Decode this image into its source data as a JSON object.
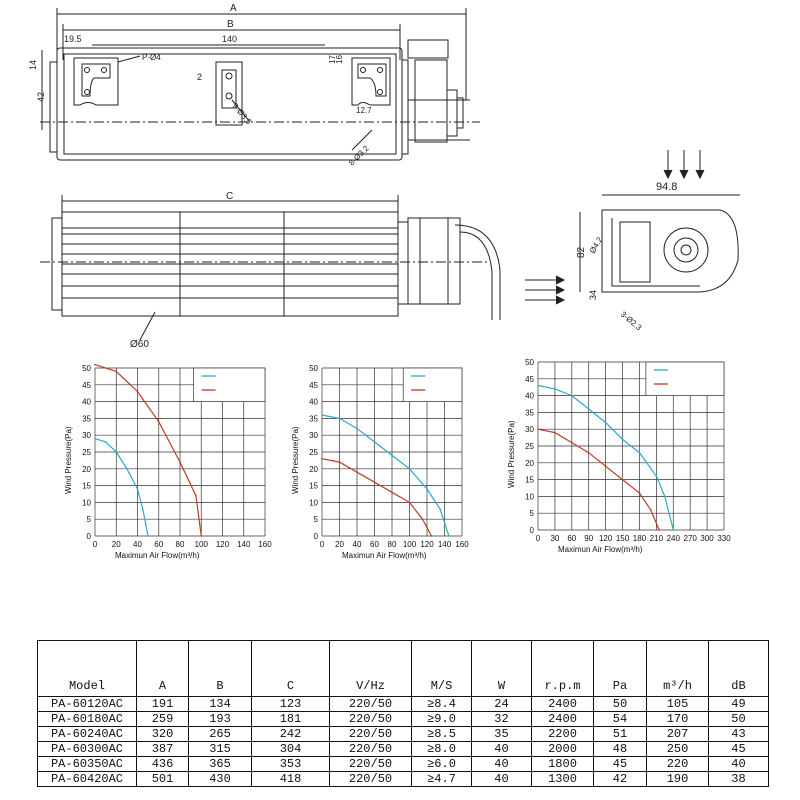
{
  "drawing": {
    "dims": {
      "A": "A",
      "B": "B",
      "C": "C",
      "d195": "19.5",
      "d140": "140",
      "d14": "14",
      "d42": "42",
      "d17": "17",
      "d16": "16",
      "d127": "12.7",
      "phi4": "P-Ø4",
      "phi9": "9-Ø3.5",
      "phi32": "8-Ø3.2",
      "phi60": "Ø60",
      "d948": "94.8",
      "d82": "82",
      "phi42": "Ø4.2",
      "d34": "34",
      "phi23": "3-Ø2.3"
    }
  },
  "charts": [
    {
      "ylabel": "Wind Pressure(Pa)",
      "xlabel": "Maximun Air Flow(m³/h)",
      "x_ticks": [
        "0",
        "20",
        "40",
        "60",
        "80",
        "100",
        "120",
        "140",
        "160"
      ],
      "y_ticks": [
        "0",
        "5",
        "10",
        "15",
        "20",
        "25",
        "30",
        "35",
        "40",
        "45",
        "50"
      ]
    },
    {
      "ylabel": "Wind Pressure(Pa)",
      "xlabel": "Maximun Air Flow(m³/h)",
      "x_ticks": [
        "0",
        "20",
        "40",
        "60",
        "80",
        "100",
        "120",
        "140",
        "160"
      ],
      "y_ticks": [
        "0",
        "5",
        "10",
        "15",
        "20",
        "25",
        "30",
        "35",
        "40",
        "45",
        "50"
      ]
    },
    {
      "ylabel": "Wind Pressure(Pa)",
      "xlabel": "Maximun Air Flow(m³/h)",
      "x_ticks": [
        "0",
        "30",
        "60",
        "90",
        "120",
        "150",
        "180",
        "210",
        "240",
        "270",
        "300",
        "330"
      ],
      "y_ticks": [
        "0",
        "5",
        "10",
        "15",
        "20",
        "25",
        "30",
        "35",
        "40",
        "45",
        "50"
      ]
    }
  ],
  "chart_data": [
    {
      "type": "line",
      "xlim": [
        0,
        160
      ],
      "ylim": [
        0,
        50
      ],
      "series": [
        {
          "color": "#2aa9c9",
          "points": [
            [
              0,
              29
            ],
            [
              10,
              28
            ],
            [
              20,
              25
            ],
            [
              30,
              20
            ],
            [
              40,
              14
            ],
            [
              45,
              8
            ],
            [
              50,
              0
            ]
          ]
        },
        {
          "color": "#c0392b",
          "points": [
            [
              0,
              51
            ],
            [
              20,
              49
            ],
            [
              40,
              43
            ],
            [
              60,
              34
            ],
            [
              80,
              22
            ],
            [
              95,
              12
            ],
            [
              100,
              0
            ]
          ]
        }
      ]
    },
    {
      "type": "line",
      "xlim": [
        0,
        160
      ],
      "ylim": [
        0,
        50
      ],
      "series": [
        {
          "color": "#2aa9c9",
          "points": [
            [
              0,
              36
            ],
            [
              20,
              35
            ],
            [
              40,
              32
            ],
            [
              60,
              28
            ],
            [
              80,
              24
            ],
            [
              100,
              20
            ],
            [
              120,
              14
            ],
            [
              135,
              8
            ],
            [
              145,
              0
            ]
          ]
        },
        {
          "color": "#c0392b",
          "points": [
            [
              0,
              23
            ],
            [
              20,
              22
            ],
            [
              40,
              19
            ],
            [
              60,
              16
            ],
            [
              80,
              13
            ],
            [
              100,
              10
            ],
            [
              115,
              5
            ],
            [
              125,
              0
            ]
          ]
        }
      ]
    },
    {
      "type": "line",
      "xlim": [
        0,
        330
      ],
      "ylim": [
        0,
        50
      ],
      "series": [
        {
          "color": "#2aa9c9",
          "points": [
            [
              0,
              43
            ],
            [
              30,
              42
            ],
            [
              60,
              40
            ],
            [
              90,
              36
            ],
            [
              120,
              32
            ],
            [
              150,
              27
            ],
            [
              180,
              23
            ],
            [
              210,
              16
            ],
            [
              225,
              10
            ],
            [
              240,
              0
            ]
          ]
        },
        {
          "color": "#c0392b",
          "points": [
            [
              0,
              30
            ],
            [
              30,
              29
            ],
            [
              60,
              26
            ],
            [
              90,
              23
            ],
            [
              120,
              19
            ],
            [
              150,
              15
            ],
            [
              180,
              11
            ],
            [
              200,
              6
            ],
            [
              215,
              0
            ]
          ]
        }
      ]
    }
  ],
  "table": {
    "headers": [
      "Model",
      "A",
      "B",
      "C",
      "V/Hz",
      "M/S",
      "W",
      "r.p.m",
      "Pa",
      "m³/h",
      "dB"
    ],
    "rows": [
      [
        "PA-60120AC",
        "191",
        "134",
        "123",
        "220/50",
        "≥8.4",
        "24",
        "2400",
        "50",
        "105",
        "49"
      ],
      [
        "PA-60180AC",
        "259",
        "193",
        "181",
        "220/50",
        "≥9.0",
        "32",
        "2400",
        "54",
        "170",
        "50"
      ],
      [
        "PA-60240AC",
        "320",
        "265",
        "242",
        "220/50",
        "≥8.5",
        "35",
        "2200",
        "51",
        "207",
        "43"
      ],
      [
        "PA-60300AC",
        "387",
        "315",
        "304",
        "220/50",
        "≥8.0",
        "40",
        "2000",
        "48",
        "250",
        "45"
      ],
      [
        "PA-60350AC",
        "436",
        "365",
        "353",
        "220/50",
        "≥6.0",
        "40",
        "1800",
        "45",
        "220",
        "40"
      ],
      [
        "PA-60420AC",
        "501",
        "430",
        "418",
        "220/50",
        "≥4.7",
        "40",
        "1300",
        "42",
        "190",
        "38"
      ]
    ]
  }
}
